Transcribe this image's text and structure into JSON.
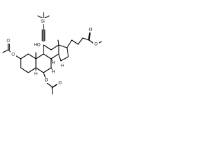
{
  "molecule": {
    "atom_labels": {
      "silicon": "Si",
      "hydroxyl": "HO",
      "ester_carbonyl_o": "O",
      "ester_ether_o": "O",
      "acetoxy3_ether_o": "O",
      "acetoxy3_carbonyl_o": "O",
      "acetoxy7_ether_o": "O",
      "acetoxy7_carbonyl_o": "O",
      "h5": "H",
      "h8": "H",
      "h9": "H",
      "h14": "H"
    }
  }
}
